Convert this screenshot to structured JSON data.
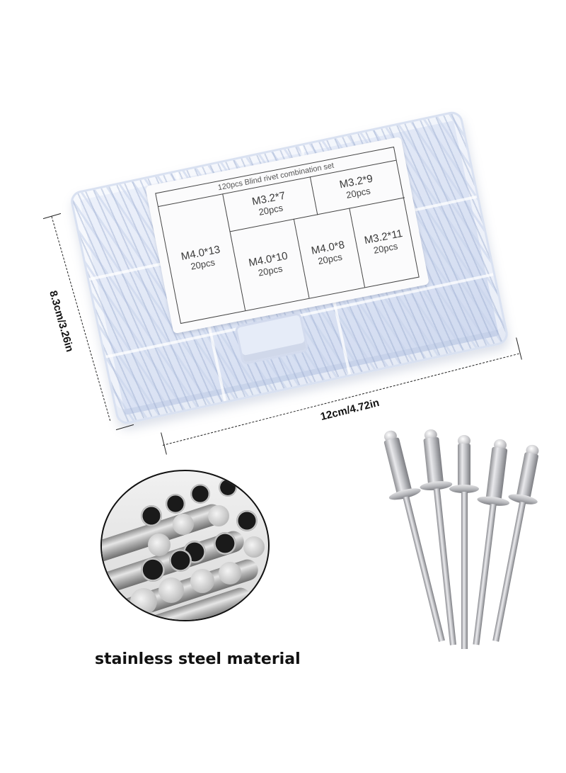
{
  "product": {
    "box_label": {
      "title": "120pcs Blind rivet combination set",
      "cells": [
        {
          "size": "M3.2*7",
          "qty": "20pcs"
        },
        {
          "size": "M3.2*9",
          "qty": "20pcs"
        },
        {
          "size": "M4.0*13",
          "qty": "20pcs"
        },
        {
          "size": "M4.0*10",
          "qty": "20pcs"
        },
        {
          "size": "M4.0*8",
          "qty": "20pcs"
        },
        {
          "size": "M3.2*11",
          "qty": "20pcs"
        }
      ]
    },
    "dimensions": {
      "height": "8.3cm/3.26in",
      "width": "12cm/4.72in"
    },
    "material_caption": "stainless steel material",
    "rivet_count_shown": 5
  },
  "colors": {
    "background": "#ffffff",
    "box_tint": "#dfe6f5",
    "steel": "#c3c4c8",
    "text": "#111111"
  }
}
